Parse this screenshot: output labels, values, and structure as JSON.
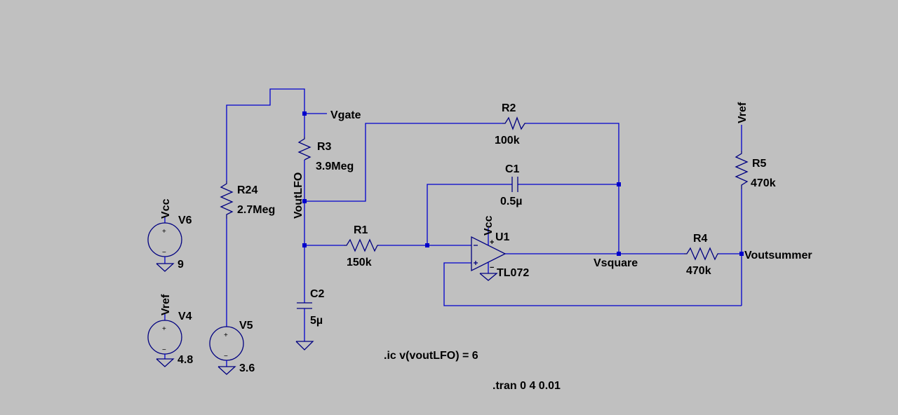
{
  "colors": {
    "background": "#c0c0c0",
    "wire": "#0000cc",
    "component": "#000080",
    "text": "#000000"
  },
  "components": {
    "r24": {
      "ref": "R24",
      "value": "2.7Meg"
    },
    "r3": {
      "ref": "R3",
      "value": "3.9Meg"
    },
    "r2": {
      "ref": "R2",
      "value": "100k"
    },
    "r1": {
      "ref": "R1",
      "value": "150k"
    },
    "r4": {
      "ref": "R4",
      "value": "470k"
    },
    "r5": {
      "ref": "R5",
      "value": "470k"
    },
    "c1": {
      "ref": "C1",
      "value": "0.5µ"
    },
    "c2": {
      "ref": "C2",
      "value": "5µ"
    },
    "u1": {
      "ref": "U1",
      "value": "TL072",
      "supply_label": "Vcc"
    },
    "v6": {
      "ref": "V6",
      "value": "9",
      "net": "Vcc"
    },
    "v4": {
      "ref": "V4",
      "value": "4.8",
      "net": "Vref"
    },
    "v5": {
      "ref": "V5",
      "value": "3.6"
    }
  },
  "nets": {
    "vgate": "Vgate",
    "voutlfo": "VoutLFO",
    "vsquare": "Vsquare",
    "voutsummer": "Voutsummer",
    "vref_top": "Vref"
  },
  "directives": {
    "ic": ".ic v(voutLFO) = 6",
    "tran": ".tran 0 4 0.01"
  },
  "symbols": {
    "plus": "+",
    "minus": "−"
  }
}
